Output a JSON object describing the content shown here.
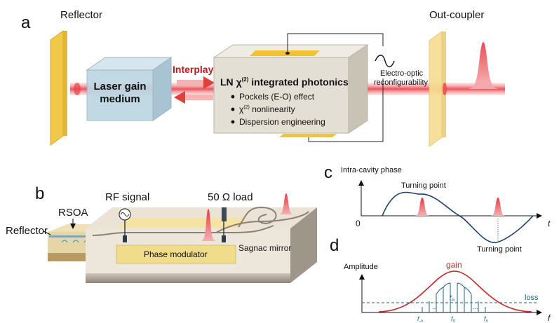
{
  "panel_a": {
    "letter": "a",
    "reflector": "Reflector",
    "out_coupler": "Out-coupler",
    "gain_medium_line1": "Laser gain",
    "gain_medium_line2": "medium",
    "interplay": "Interplay",
    "chip_title_prefix": "LN ",
    "chip_title_chi": "χ",
    "chip_title_sup": "(2)",
    "chip_title_suffix": " integrated photonics",
    "bullets": [
      {
        "pre": "Pockels (E-O) effect",
        "sup": "",
        "post": ""
      },
      {
        "pre": "χ",
        "sup": "(2)",
        "post": " nonlinearity"
      },
      {
        "pre": "Dispersion engineering",
        "sup": "",
        "post": ""
      }
    ],
    "eo_line1": "Electro-optic",
    "eo_line2": "reconfigurability",
    "colors": {
      "mirror": "#f2c84b",
      "gain_box": "#bcd6e3",
      "chip": "#e3dfd4",
      "beam": "#e8414a",
      "arrow": "#e0403a",
      "interplay_text": "#c0161c"
    }
  },
  "panel_b": {
    "letter": "b",
    "rsoa": "RSOA",
    "reflector": "Reflector",
    "rf_signal": "RF signal",
    "load": "50 Ω load",
    "phase_modulator": "Phase modulator",
    "sagnac": "Sagnac mirror"
  },
  "panel_c": {
    "letter": "c",
    "ylabel": "Intra-cavity phase",
    "xlabel": "t",
    "origin": "0",
    "turning_point_top": "Turning point",
    "turning_point_bottom": "Turning point"
  },
  "panel_d": {
    "letter": "d",
    "ylabel": "Amplitude",
    "xlabel": "f",
    "gain": "gain",
    "loss": "loss",
    "f_minus_n": "f",
    "f_minus_n_sub": "-n",
    "f_zero": "f",
    "f_zero_sub": "0",
    "f_m": "f",
    "f_m_sub": "m",
    "f_n": "f",
    "f_n_sub": "n",
    "dots": "...",
    "colors": {
      "gain_curve": "#c62828",
      "loss_line": "#1f5f87",
      "modes": "#1f5f87"
    }
  }
}
